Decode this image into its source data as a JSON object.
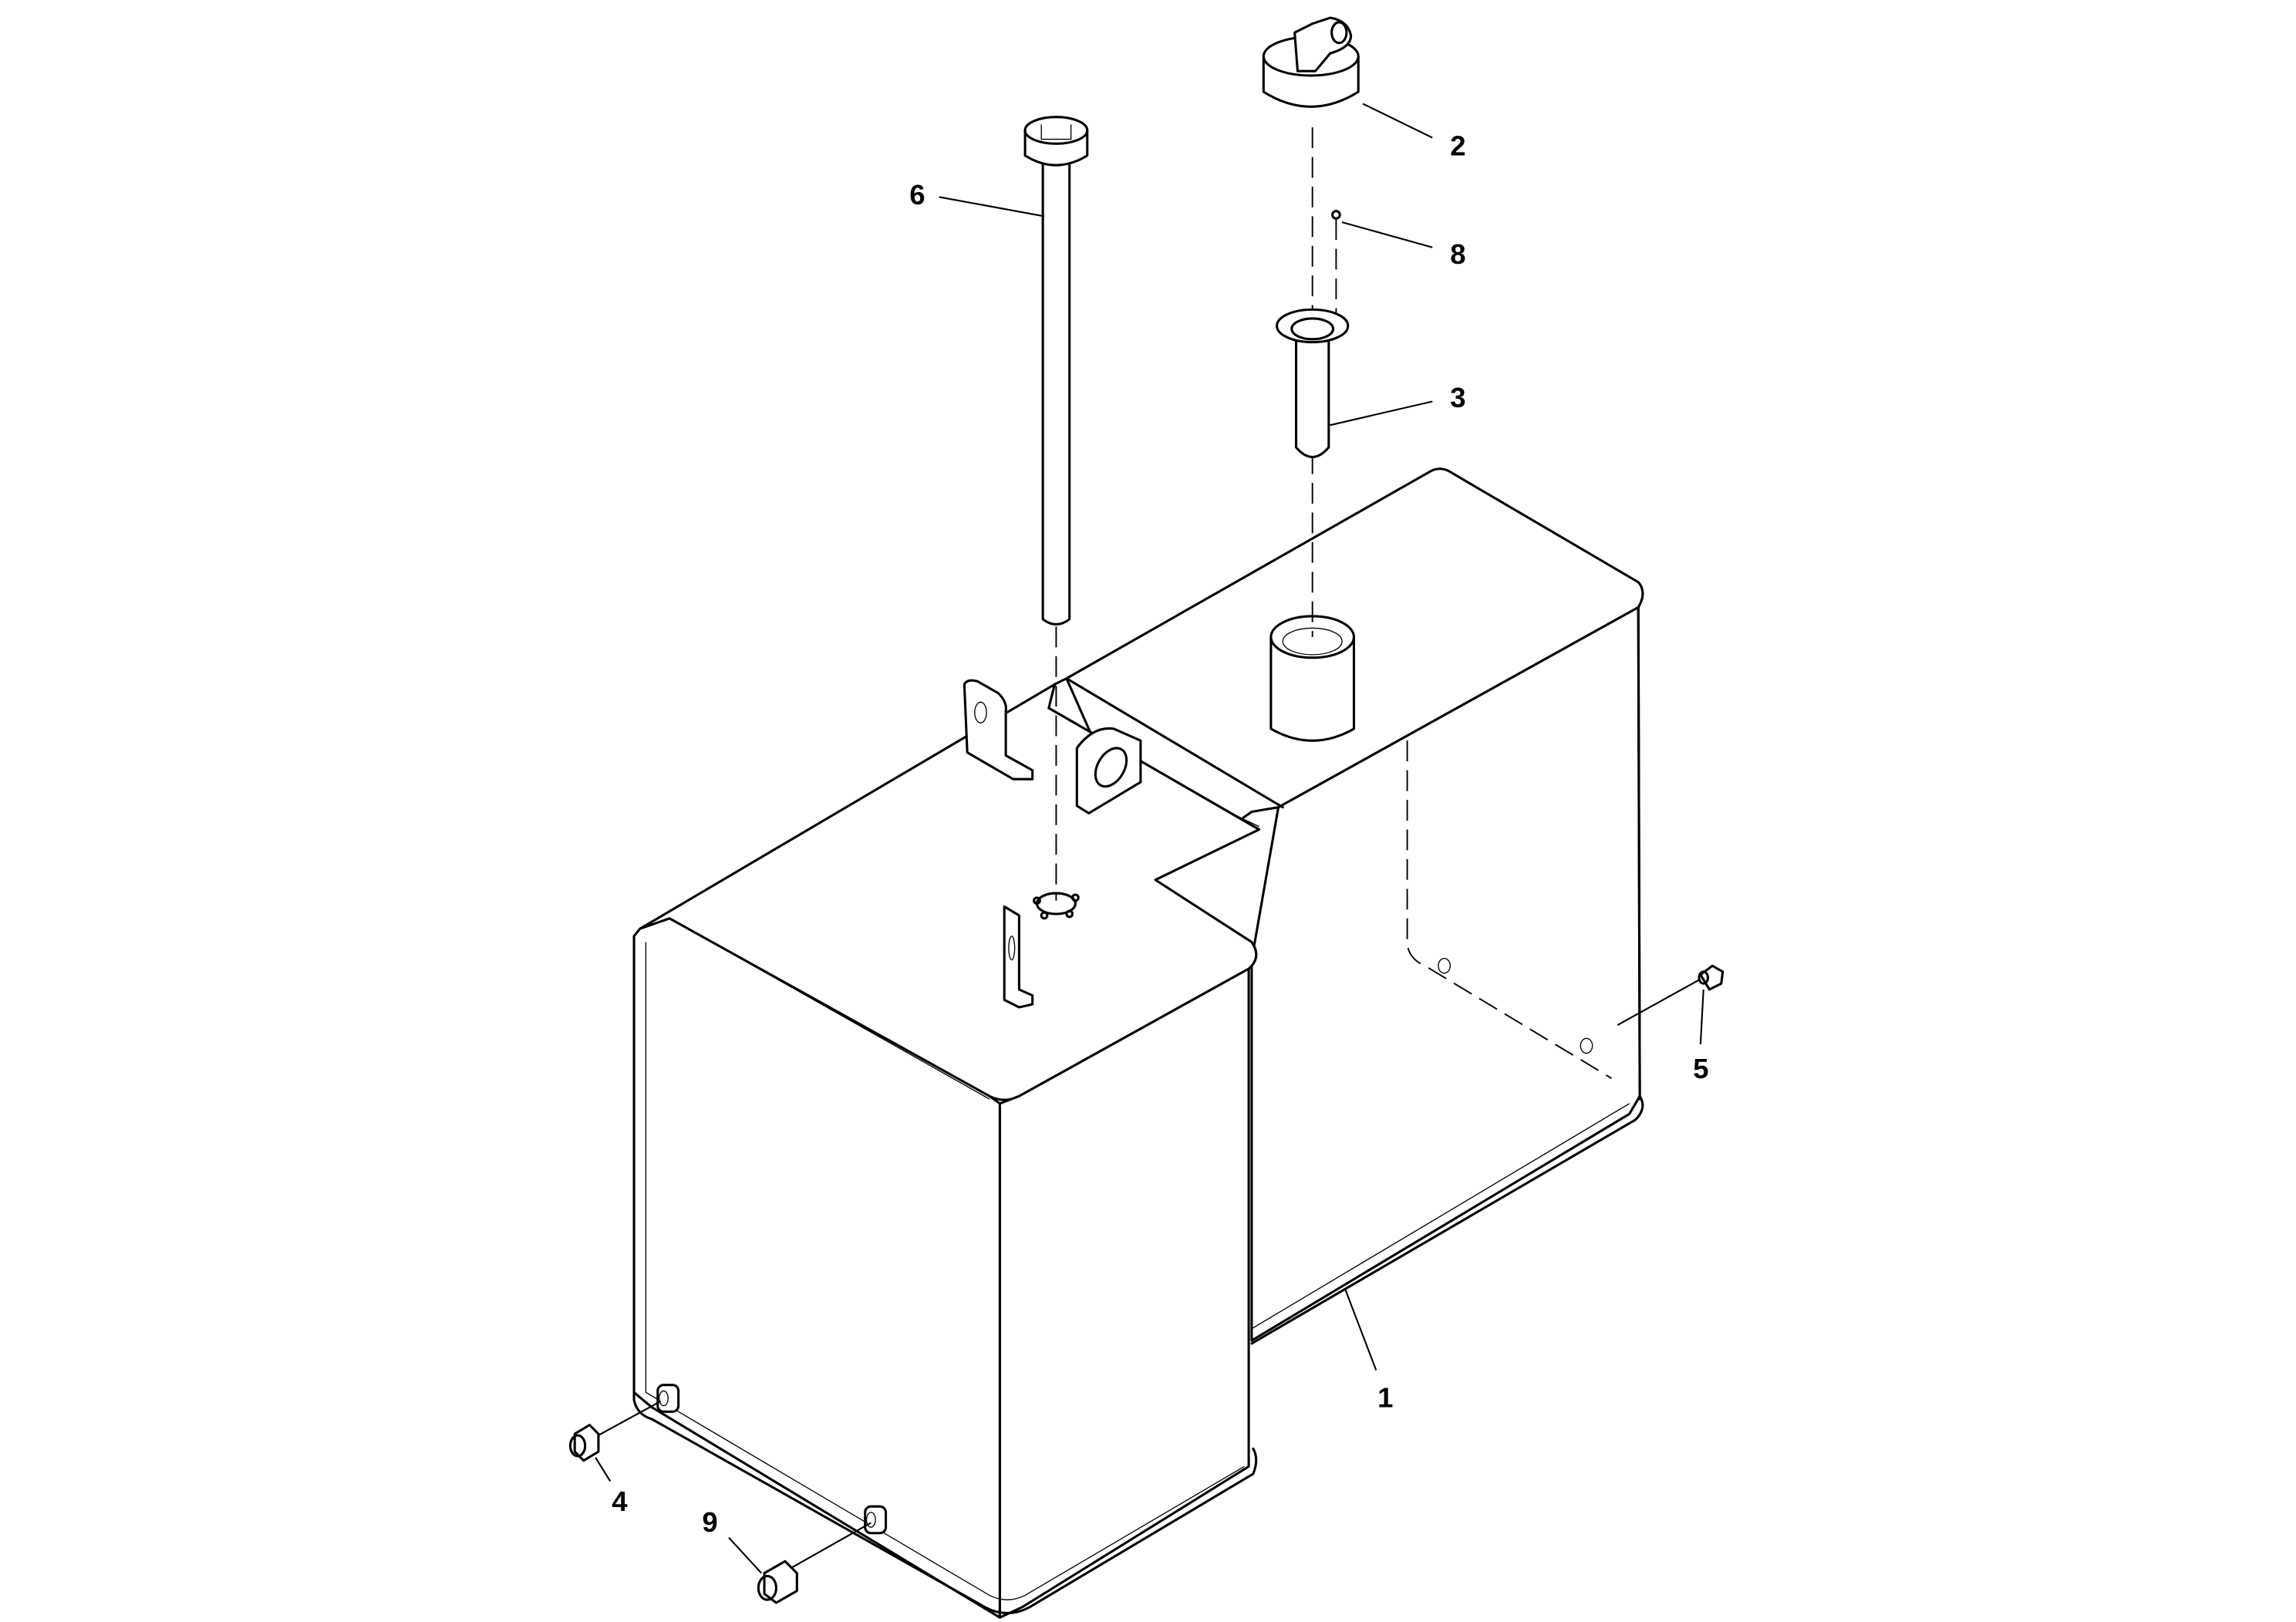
{
  "diagram": {
    "title": "",
    "type": "exploded parts diagram",
    "subject": "tank assembly",
    "colors": {
      "line": "#000000",
      "background": "#ffffff"
    },
    "callouts": [
      {
        "id": "1",
        "label": "1",
        "part": "tank"
      },
      {
        "id": "2",
        "label": "2",
        "part": "filler cap"
      },
      {
        "id": "3",
        "label": "3",
        "part": "filler strainer tube"
      },
      {
        "id": "4",
        "label": "4",
        "part": "fitting"
      },
      {
        "id": "5",
        "label": "5",
        "part": "plug"
      },
      {
        "id": "6",
        "label": "6",
        "part": "level sender rod"
      },
      {
        "id": "8",
        "label": "8",
        "part": "pin"
      },
      {
        "id": "9",
        "label": "9",
        "part": "fitting"
      }
    ]
  }
}
